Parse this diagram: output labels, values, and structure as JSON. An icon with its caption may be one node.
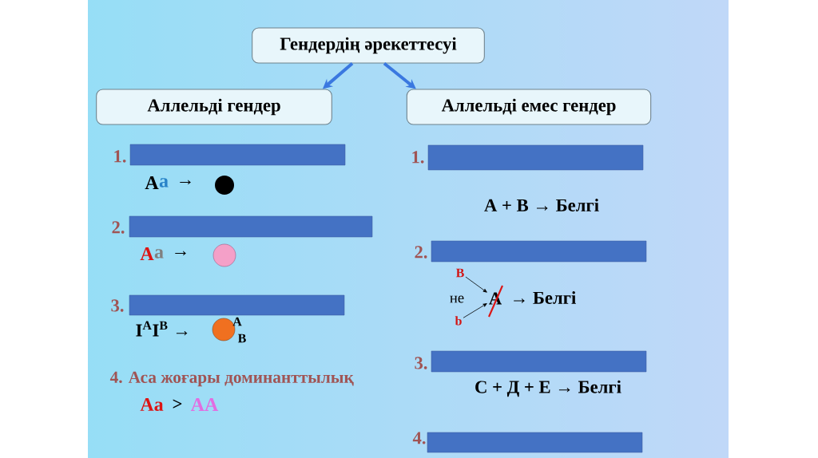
{
  "diagram": {
    "nodes": [
      {
        "text": [
          "Гендердің әрекеттесуі"
        ]
      },
      {
        "text": [
          "Аллельді гендер"
        ]
      },
      {
        "text": [
          "Аллельді емес гендер"
        ]
      },
      {
        "text": [
          "B"
        ]
      },
      {
        "text": [
          "A"
        ]
      },
      {
        "text": [
          "b"
        ]
      }
    ],
    "edges": [
      {
        "from": 0,
        "to": 1,
        "arrow": "to",
        "style": "thick",
        "color": "#3a78e0"
      },
      {
        "from": 0,
        "to": 2,
        "arrow": "to",
        "style": "thick",
        "color": "#3a78e0"
      },
      {
        "from": 3,
        "to": 4,
        "arrow": "to",
        "color": "#000000"
      },
      {
        "from": 5,
        "to": 4,
        "arrow": "to",
        "color": "#000000"
      }
    ],
    "labels": [
      "1.",
      "A",
      "a",
      "→",
      "2.",
      "A",
      "a",
      "→",
      "3.",
      "I$^{A}$I$^{B}$ →",
      "A",
      "B",
      "4. Аса жоғары доминанттылық",
      "Aa",
      ">",
      "AA",
      "1.",
      "A + B → Белгі",
      "2.",
      "не",
      "→ Белгі",
      "3.",
      "С + Д + Е → Белгі",
      "4."
    ]
  }
}
